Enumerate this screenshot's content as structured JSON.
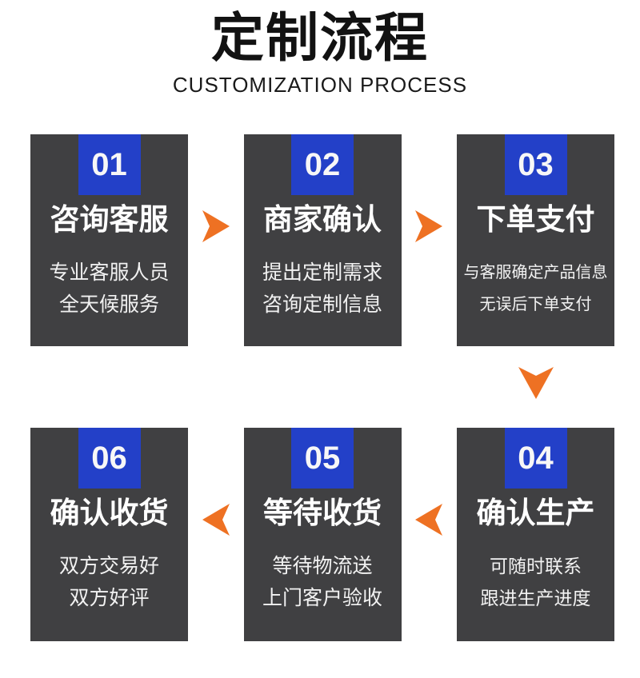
{
  "header": {
    "title": "定制流程",
    "subtitle": "CUSTOMIZATION PROCESS"
  },
  "steps": [
    {
      "number": "01",
      "title": "咨询客服",
      "desc1": "专业客服人员",
      "desc2": "全天候服务"
    },
    {
      "number": "02",
      "title": "商家确认",
      "desc1": "提出定制需求",
      "desc2": "咨询定制信息"
    },
    {
      "number": "03",
      "title": "下单支付",
      "desc1": "与客服确定产品信息",
      "desc2": "无误后下单支付"
    },
    {
      "number": "04",
      "title": "确认生产",
      "desc1": "可随时联系",
      "desc2": "跟进生产进度"
    },
    {
      "number": "05",
      "title": "等待收货",
      "desc1": "等待物流送",
      "desc2": "上门客户验收"
    },
    {
      "number": "06",
      "title": "确认收货",
      "desc1": "双方交易好",
      "desc2": "双方好评"
    }
  ],
  "icons": {
    "right_arrow": "arrow-right-icon",
    "left_arrow": "arrow-left-icon",
    "down_arrow": "arrow-down-icon"
  },
  "colors": {
    "badge_blue": "#2340C8",
    "card_gray": "#404042",
    "arrow_orange": "#EE7123",
    "title_black": "#121212",
    "text_white": "#F7F7F7"
  }
}
